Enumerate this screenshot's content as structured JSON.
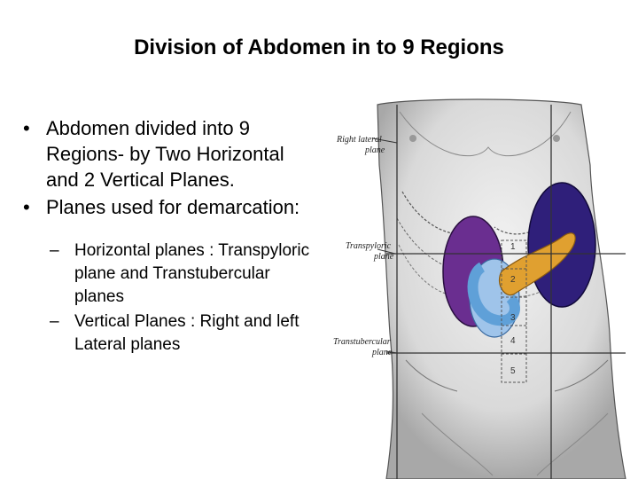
{
  "slide": {
    "title": "Division of Abdomen in to 9 Regions",
    "bullets": [
      "Abdomen divided into 9 Regions- by Two Horizontal and 2 Vertical Planes.",
      "Planes used for demarcation:"
    ],
    "sub_bullets": [
      "Horizontal planes : Transpyloric plane and Transtubercular planes",
      "Vertical Planes : Right and left Lateral planes"
    ]
  },
  "figure": {
    "labels": {
      "right_lateral_line1": "Right lateral",
      "right_lateral_line2": "plane",
      "transpyloric_line1": "Transpyloric",
      "transpyloric_line2": "plane",
      "transtubercular_line1": "Transtubercular",
      "transtubercular_line2": "plane"
    },
    "region_numbers": [
      "1",
      "2",
      "3",
      "4",
      "5"
    ],
    "colors": {
      "liver": "#6a2e90",
      "spleen": "#2f1f7a",
      "pancreas": "#e0a030",
      "duodenum": "#5fa0d8",
      "kidney_light": "#9fc4ea",
      "skin": "#d8d8d8"
    }
  }
}
